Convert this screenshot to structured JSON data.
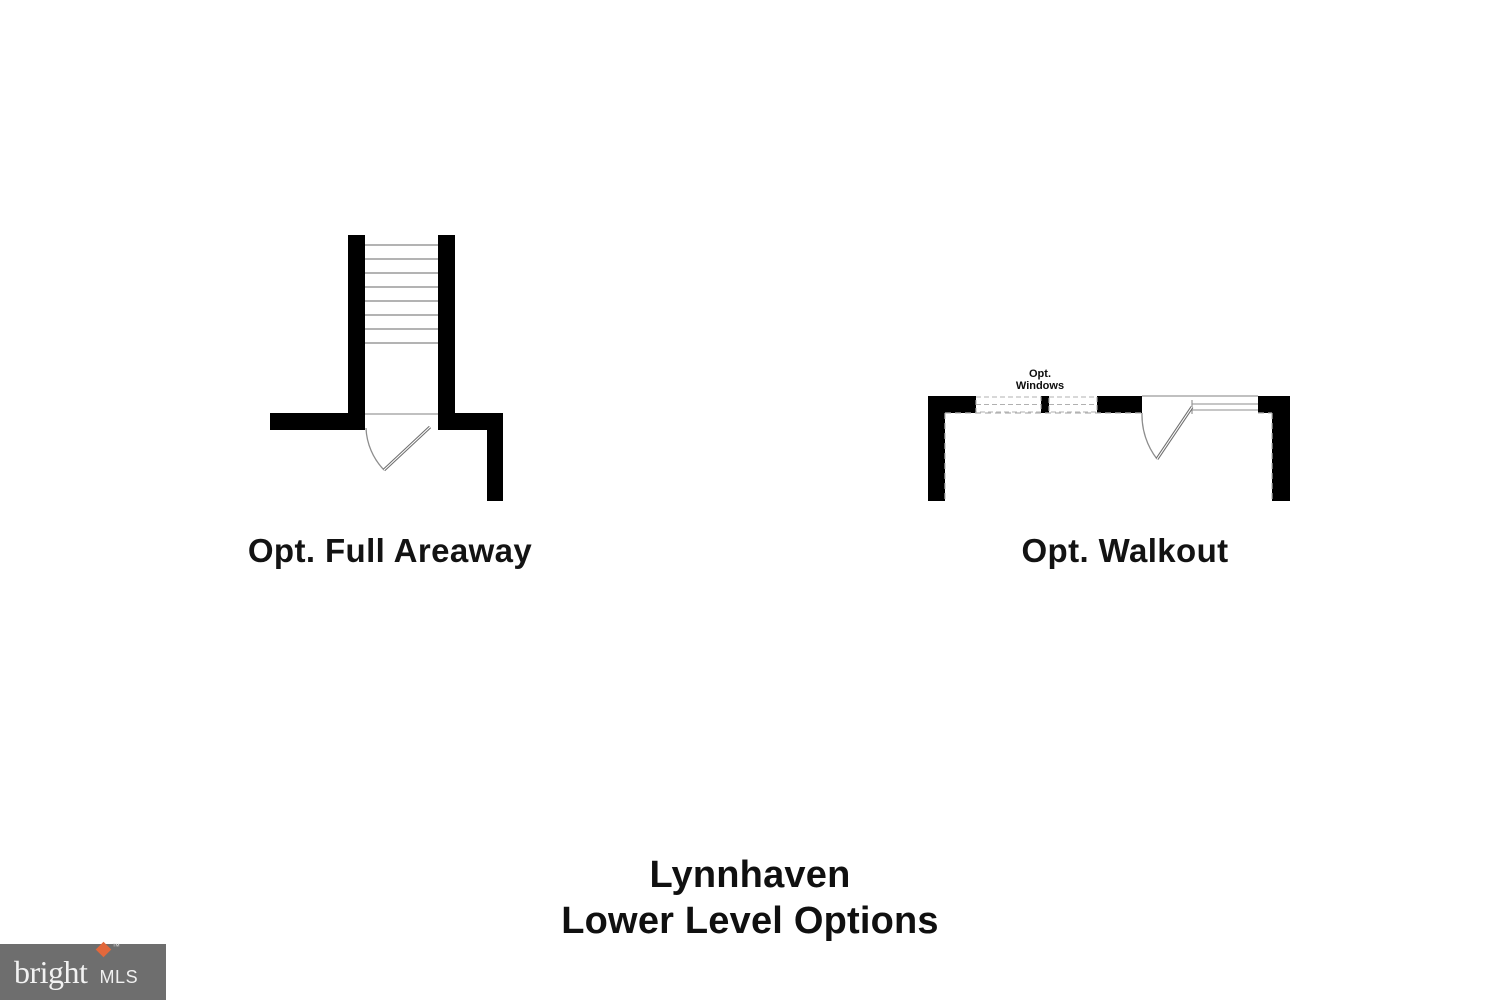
{
  "document": {
    "kind": "floor-plan-exhibit",
    "background_color": "#ffffff",
    "wall_color": "#000000",
    "thin_line_color": "#9a9a9a",
    "dashed_line_color": "#b4b4b4"
  },
  "plans": [
    {
      "id": "opt-full-areaway",
      "caption": "Opt. Full Areaway",
      "features": [
        "stair-run",
        "areaway-walls",
        "swing-door"
      ],
      "stair_tread_count": 8
    },
    {
      "id": "opt-walkout",
      "caption": "Opt. Walkout",
      "features": [
        "walkout-walls",
        "optional-windows",
        "entry-door",
        "sidelight"
      ],
      "window_count": 2,
      "window_label": "Opt.\nWindows"
    }
  ],
  "title_block": {
    "line1": "Lynnhaven",
    "line2": "Lower Level Options"
  },
  "watermark": {
    "brand": "bright",
    "suffix": "MLS",
    "tm": "™",
    "box_color": "#6e6e6e",
    "text_color": "#f2f2f2",
    "accent_color": "#e2683c"
  }
}
